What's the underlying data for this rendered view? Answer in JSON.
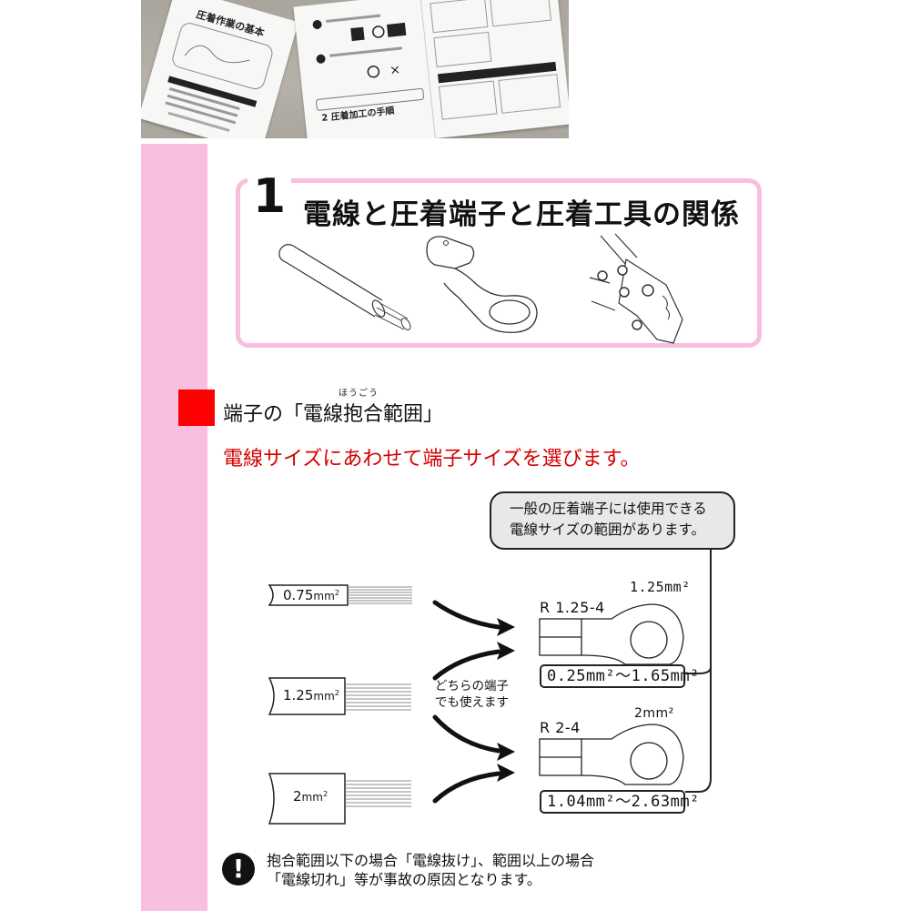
{
  "photo": {
    "booklet_cover_title": "圧着作業の基本",
    "booklet_section_2": "2 圧着加工の手順"
  },
  "section": {
    "number": "1",
    "title": "電線と圧着端子と圧着工具の関係",
    "illustrations": [
      "wire",
      "ring-terminal",
      "crimping-tool"
    ]
  },
  "subsection": {
    "ruby": "ほうごう",
    "heading": "端子の「電線抱合範囲」",
    "lead": "電線サイズにあわせて端子サイズを選びます。"
  },
  "callout": {
    "line1": "一般の圧着端子には使用できる",
    "line2": "電線サイズの範囲があります。"
  },
  "wires": [
    {
      "label": "0.75",
      "unit": "mm",
      "exp": "2"
    },
    {
      "label": "1.25",
      "unit": "mm",
      "exp": "2"
    },
    {
      "label": "2",
      "unit": "mm",
      "exp": "2"
    }
  ],
  "terminals": [
    {
      "model": "R 1.25-4",
      "size": "1.25mm²",
      "range": "0.25mm²〜1.65mm²"
    },
    {
      "model": "R 2-4",
      "size": "2mm²",
      "range": "1.04mm²〜2.63mm²"
    }
  ],
  "middle_note": {
    "line1": "どちらの端子",
    "line2": "でも使えます"
  },
  "warning": {
    "icon": "!",
    "line1": "抱合範囲以下の場合「電線抜け」、範囲以上の場合",
    "line2": "「電線切れ」等が事故の原因となります。"
  },
  "colors": {
    "pink": "#f9bfe0",
    "red_accent": "#ff0000",
    "red_text": "#d40000"
  }
}
